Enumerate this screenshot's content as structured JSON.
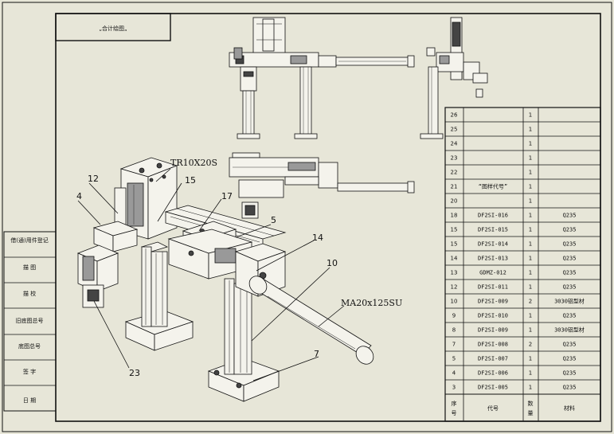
{
  "title_box": {
    "text": "„合计绘图„"
  },
  "left_fields": [
    "借(通)用件登记",
    "描 图",
    "描 校",
    "旧底图总号",
    "底图总号",
    "签 字",
    "日 期"
  ],
  "bom": {
    "headers": {
      "no": "序号",
      "code": "代号",
      "qty": "数量",
      "material": "材料"
    },
    "rows": [
      {
        "no": "26",
        "code": "",
        "qty": "1",
        "material": ""
      },
      {
        "no": "25",
        "code": "",
        "qty": "1",
        "material": ""
      },
      {
        "no": "24",
        "code": "",
        "qty": "1",
        "material": ""
      },
      {
        "no": "23",
        "code": "",
        "qty": "1",
        "material": ""
      },
      {
        "no": "22",
        "code": "",
        "qty": "1",
        "material": ""
      },
      {
        "no": "21",
        "code": "“图样代号”",
        "qty": "1",
        "material": ""
      },
      {
        "no": "20",
        "code": "",
        "qty": "1",
        "material": ""
      },
      {
        "no": "18",
        "code": "DF2SI-016",
        "qty": "1",
        "material": "Q235"
      },
      {
        "no": "15",
        "code": "DF2SI-015",
        "qty": "1",
        "material": "Q235"
      },
      {
        "no": "15",
        "code": "DF2SI-014",
        "qty": "1",
        "material": "Q235"
      },
      {
        "no": "14",
        "code": "DF2SI-013",
        "qty": "1",
        "material": "Q235"
      },
      {
        "no": "13",
        "code": "GDMZ-012",
        "qty": "1",
        "material": "Q235"
      },
      {
        "no": "12",
        "code": "DF2SI-011",
        "qty": "1",
        "material": "Q235"
      },
      {
        "no": "10",
        "code": "DF2SI-009",
        "qty": "2",
        "material": "3030铝型材"
      },
      {
        "no": "9",
        "code": "DF2SI-010",
        "qty": "1",
        "material": "Q235"
      },
      {
        "no": "8",
        "code": "DF2SI-009",
        "qty": "1",
        "material": "3030铝型材"
      },
      {
        "no": "7",
        "code": "DF2SI-008",
        "qty": "2",
        "material": "Q235"
      },
      {
        "no": "5",
        "code": "DF2SI-007",
        "qty": "1",
        "material": "Q235"
      },
      {
        "no": "4",
        "code": "DF2SI-006",
        "qty": "1",
        "material": "Q235"
      },
      {
        "no": "3",
        "code": "DF2SI-005",
        "qty": "1",
        "material": "Q235"
      }
    ]
  },
  "balloons": {
    "b12": "12",
    "b4": "4",
    "b15": "15",
    "b17": "17",
    "b5": "5",
    "b14": "14",
    "b10": "10",
    "b7": "7",
    "b23": "23"
  },
  "annotations": {
    "screw": "TR10X20S",
    "cylinder": "MA20x125SU"
  }
}
